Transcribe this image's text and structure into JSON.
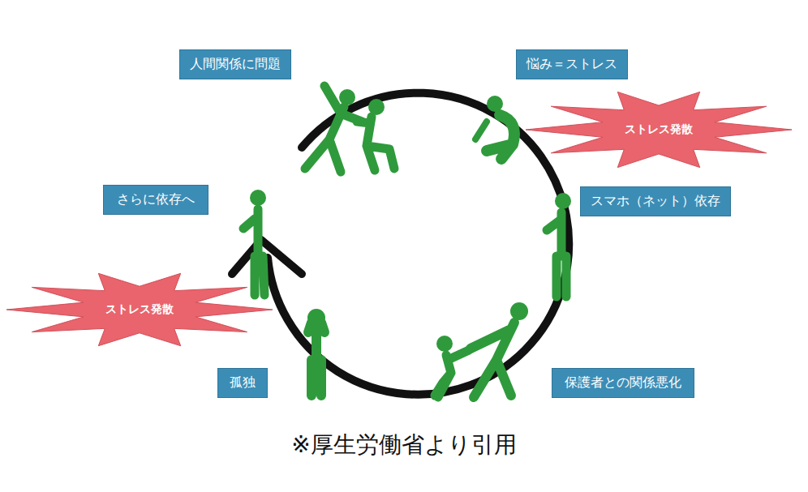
{
  "diagram": {
    "caption": "※厚生労働省より引用",
    "nodes": [
      {
        "text": [
          "人間関係に問題"
        ]
      },
      {
        "text": [
          "悩み＝ストレス"
        ]
      },
      {
        "text": [
          "ストレス発散"
        ]
      },
      {
        "text": [
          "スマホ（ネット）依存"
        ]
      },
      {
        "text": [
          "さらに依存へ"
        ]
      },
      {
        "text": [
          "ストレス発散"
        ]
      },
      {
        "text": [
          "孤独"
        ]
      },
      {
        "text": [
          "保護者との関係悪化"
        ]
      }
    ]
  }
}
